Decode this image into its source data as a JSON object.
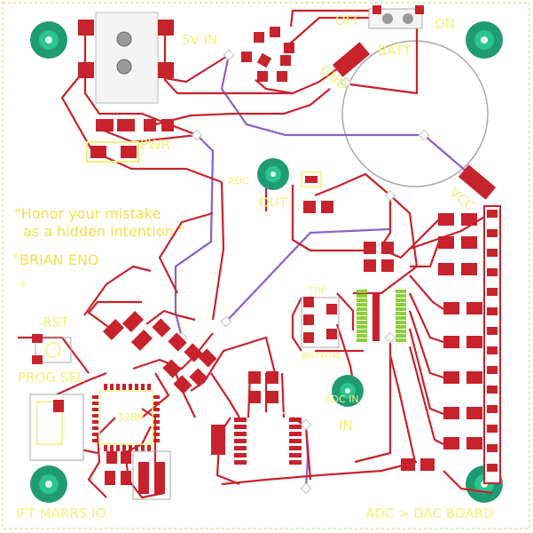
{
  "colors": {
    "board": "#ffffff",
    "trace": "#c8222c",
    "pad": "#c8222c",
    "jumper": "#8b5fc8",
    "silk": "#f2f27a",
    "hole": "#1f9b73",
    "outline": "#d8d05a",
    "via": "#cccccc"
  },
  "labels": {
    "power_in": "5V IN",
    "off": "OFF",
    "on": "ON",
    "batt": "BATT",
    "gnd": "GND",
    "pwr": "PWR",
    "adc_out_small": "ADC",
    "out": "OUT",
    "vcc": "VCC",
    "quote_line1": "“Honor your mistake",
    "quote_line2": "as a hidden intention.”",
    "quote_author": "BRIAN ENO",
    "rst": "RST",
    "prog_sel": "PROG SEL",
    "top": "TOP",
    "bottom": "BOTTOM",
    "adc_in_small": "ADC IN",
    "in": "IN",
    "author_url": "IFT MARRS.IO",
    "board_title": "ADC > DAC BOARD",
    "chip_label": "328P"
  },
  "icons": {
    "mounting_hole": "mounting-hole-icon",
    "battery_outline": "battery-circle-icon",
    "via": "via-icon"
  }
}
